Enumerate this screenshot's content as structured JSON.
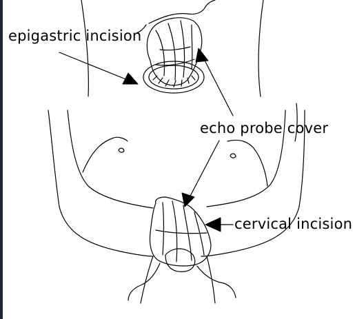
{
  "labels": {
    "epigastric": "epigastric incision",
    "probe_cover": "echo probe cover",
    "cervical": "cervical incision"
  },
  "colors": {
    "ink": "#000000",
    "background": "#ffffff",
    "edge": "#1f2a3a"
  }
}
